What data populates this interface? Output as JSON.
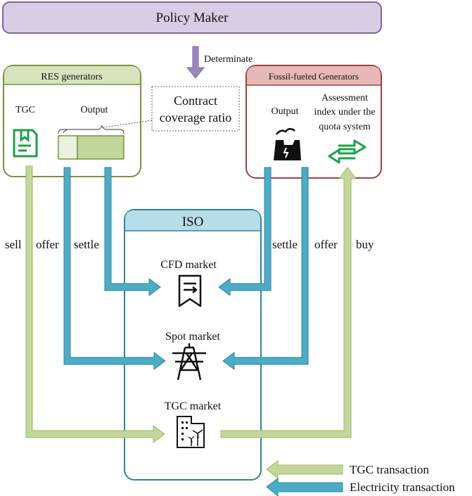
{
  "policy_maker": {
    "label": "Policy Maker"
  },
  "determinate_label": "Determinate",
  "res_generators": {
    "title": "RES generators",
    "tgc_label": "TGC",
    "output_label": "Output"
  },
  "contract_coverage": {
    "line1": "Contract",
    "line2": "coverage ratio"
  },
  "fossil_generators": {
    "title": "Fossil-fueled Generators",
    "output_label": "Output",
    "assessment_line1": "Assessment",
    "assessment_line2": "index under the",
    "assessment_line3": "quota system"
  },
  "iso": {
    "title": "ISO",
    "cfd_market": "CFD market",
    "spot_market": "Spot market",
    "tgc_market": "TGC market"
  },
  "flow_labels": {
    "sell": "sell",
    "offer_left": "offer",
    "settle_left": "settle",
    "settle_right": "settle",
    "offer_right": "offer",
    "buy": "buy"
  },
  "legend": {
    "tgc_transaction": "TGC transaction",
    "electricity_transaction": "Electricity transaction"
  },
  "colors": {
    "policy_fill": "#d9cde6",
    "policy_stroke": "#8064a2",
    "res_fill": "#d7e4bd",
    "res_stroke": "#77933c",
    "fossil_fill": "#e6b9b8",
    "fossil_stroke": "#a0403d",
    "iso_fill": "#b7dde8",
    "iso_stroke": "#31849b",
    "tgc_arrow": "#c3d69b",
    "elec_arrow": "#4bacc6",
    "icon_green": "#1ea14b"
  }
}
